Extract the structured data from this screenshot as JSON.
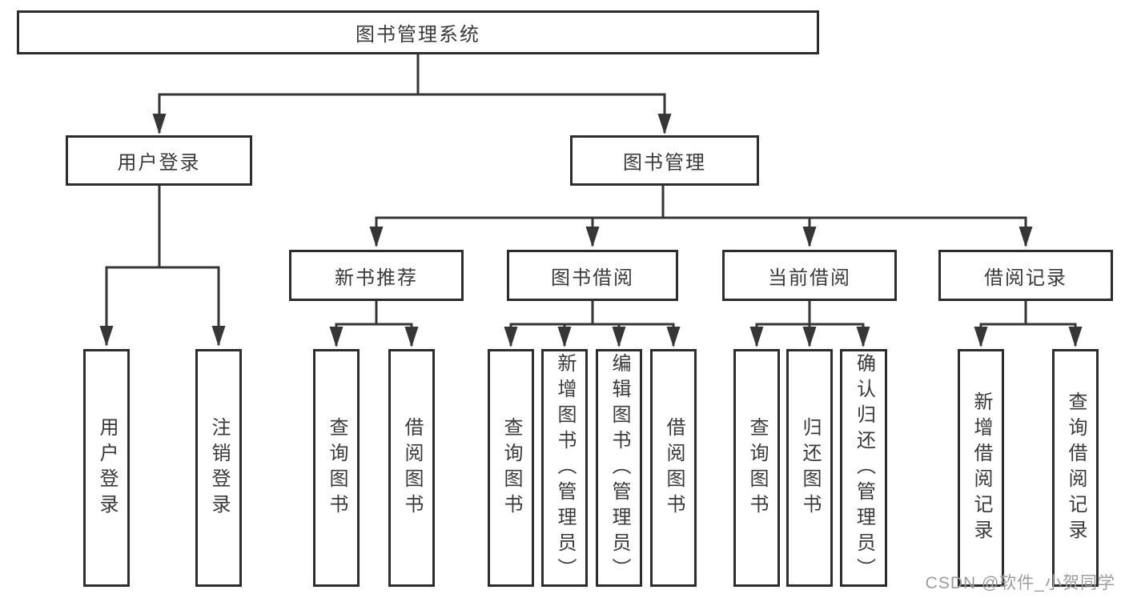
{
  "diagram": {
    "root": {
      "label": "图书管理系统"
    },
    "level2": [
      {
        "label": "用户登录"
      },
      {
        "label": "图书管理"
      }
    ],
    "level3": [
      {
        "label": "新书推荐"
      },
      {
        "label": "图书借阅"
      },
      {
        "label": "当前借阅"
      },
      {
        "label": "借阅记录"
      }
    ],
    "leaves": {
      "user_login": [
        "用户登录",
        "注销登录"
      ],
      "new_book": [
        "查询图书",
        "借阅图书"
      ],
      "book_borrow": [
        "查询图书",
        "新增图书（管理员）",
        "编辑图书（管理员）",
        "借阅图书"
      ],
      "current_borrow": [
        "查询图书",
        "归还图书",
        "确认归还（管理员）"
      ],
      "borrow_record": [
        "新增借阅记录",
        "查询借阅记录"
      ]
    }
  },
  "watermark": {
    "text": "CSDN @软件_小贺同学"
  },
  "colors": {
    "line": "#363636",
    "border": "#2d2d2d",
    "text": "#3a3a3a",
    "watermark": "#9c9c9c",
    "background": "#ffffff"
  }
}
